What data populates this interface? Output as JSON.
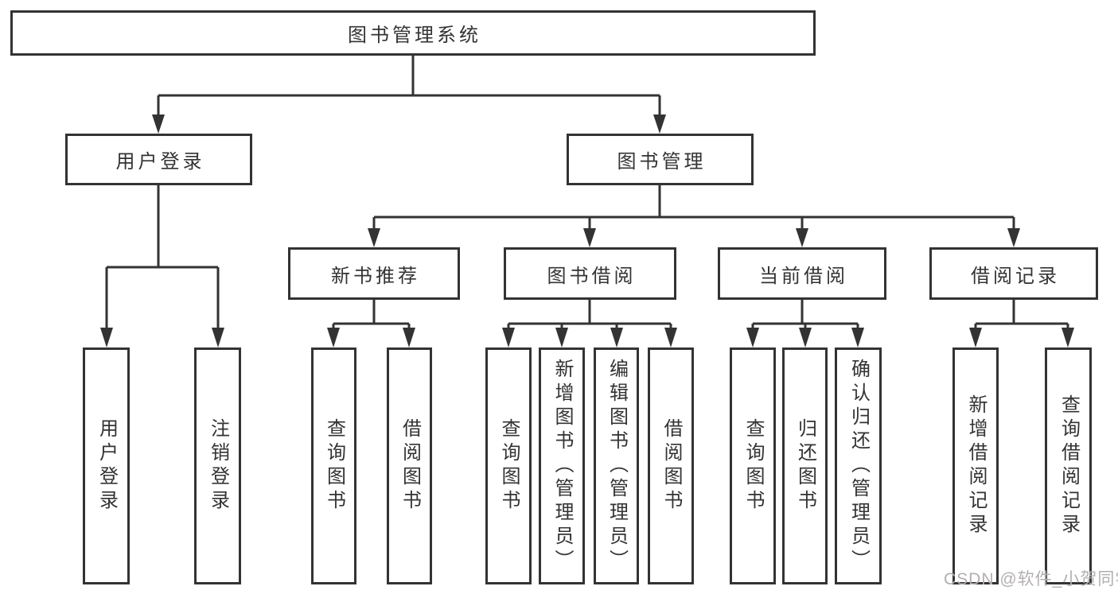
{
  "tree": {
    "label": "图书管理系统",
    "children": [
      {
        "label": "用户登录",
        "children": [
          {
            "label": "用户登录"
          },
          {
            "label": "注销登录"
          }
        ]
      },
      {
        "label": "图书管理",
        "children": [
          {
            "label": "新书推荐",
            "children": [
              {
                "label": "查询图书"
              },
              {
                "label": "借阅图书"
              }
            ]
          },
          {
            "label": "图书借阅",
            "children": [
              {
                "label": "查询图书"
              },
              {
                "label": "新增图书（管理员）"
              },
              {
                "label": "编辑图书（管理员）"
              },
              {
                "label": "借阅图书"
              }
            ]
          },
          {
            "label": "当前借阅",
            "children": [
              {
                "label": "查询图书"
              },
              {
                "label": "归还图书"
              },
              {
                "label": "确认归还（管理员）"
              }
            ]
          },
          {
            "label": "借阅记录",
            "children": [
              {
                "label": "新增借阅记录"
              },
              {
                "label": "查询借阅记录"
              }
            ]
          }
        ]
      }
    ]
  },
  "watermark": "CSDN @软件_小贺同学",
  "colors": {
    "line": "#333333",
    "text": "#333333",
    "background": "#ffffff",
    "watermark": "#b3afaf"
  }
}
